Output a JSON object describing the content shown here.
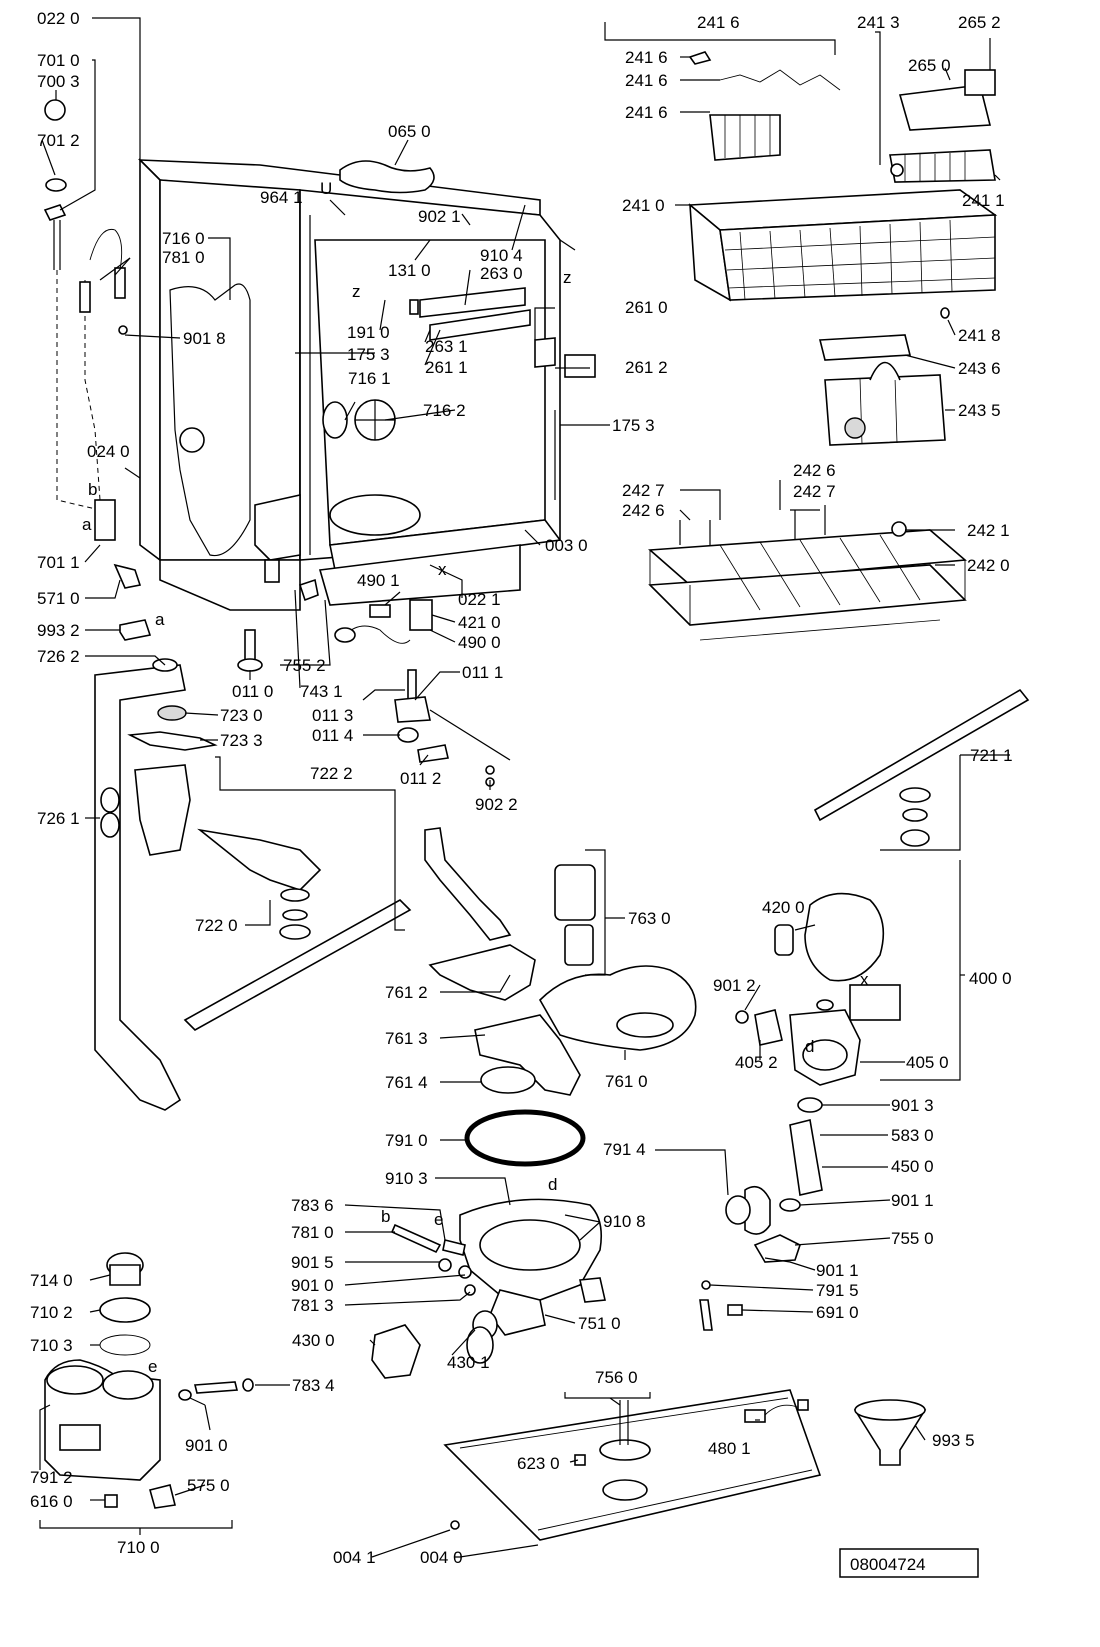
{
  "diagram": {
    "doc_number": "08004724",
    "labels": {
      "l0220": "022 0",
      "l7010": "701 0",
      "l7003": "700 3",
      "l7012": "701 2",
      "l0650": "065 0",
      "l9641": "964 1",
      "l9021": "902 1",
      "l9104": "910 4",
      "l1310": "131 0",
      "l2630": "263 0",
      "l7160": "716 0",
      "l7810a": "781 0",
      "l9018": "901 8",
      "l1910": "191 0",
      "l1753a": "175 3",
      "l2631": "263 1",
      "l2611": "261 1",
      "l2610": "261 0",
      "l2612": "261 2",
      "l7161": "716 1",
      "l7162": "716 2",
      "l1753b": "175 3",
      "l0240": "024 0",
      "l0030": "003 0",
      "l7011": "701 1",
      "l5710": "571 0",
      "l9932": "993 2",
      "l7262": "726 2",
      "l4901": "490 1",
      "l4210": "421 0",
      "l4900": "490 0",
      "l0221": "022 1",
      "l7552": "755 2",
      "l0110": "011 0",
      "l7431": "743 1",
      "l0111": "011 1",
      "l0113": "011 3",
      "l0114": "011 4",
      "l0112": "011 2",
      "l9022": "902 2",
      "l7230": "723 0",
      "l7233": "723 3",
      "l7222": "722 2",
      "l7261": "726 1",
      "l7220": "722 0",
      "l2416top": "241 6",
      "l2416a": "241 6",
      "l2416b": "241 6",
      "l2416c": "241 6",
      "l2413": "241 3",
      "l2652": "265 2",
      "l2650": "265 0",
      "l2410": "241 0",
      "l2411": "241 1",
      "l2418": "241 8",
      "l2436": "243 6",
      "l2435": "243 5",
      "l2427a": "242 7",
      "l2426a": "242 6",
      "l2427b": "242 7",
      "l2426b": "242 6",
      "l2421": "242 1",
      "l2420": "242 0",
      "l7211": "721 1",
      "l7630": "763 0",
      "l4200": "420 0",
      "l4000": "400 0",
      "l7612": "761 2",
      "l9012": "901 2",
      "l4052": "405 2",
      "l4050": "405 0",
      "l7613": "761 3",
      "l7610": "761 0",
      "l7614": "761 4",
      "l9013": "901 3",
      "l7910": "791 0",
      "l7914": "791 4",
      "l5830": "583 0",
      "l4500": "450 0",
      "l9103": "910 3",
      "l9108": "910 8",
      "l9011a": "901 1",
      "l7836": "783 6",
      "l7810b": "781 0",
      "l7550": "755 0",
      "l9015": "901 5",
      "l9011b": "901 1",
      "l9010a": "901 0",
      "l7915": "791 5",
      "l7813": "781 3",
      "l7510": "751 0",
      "l6910": "691 0",
      "l7140": "714 0",
      "l7102": "710 2",
      "l7103": "710 3",
      "l4300": "430 0",
      "l4301": "430 1",
      "l7834": "783 4",
      "l7560": "756 0",
      "l9010b": "901 0",
      "l4801": "480 1",
      "l9935": "993 5",
      "l7912": "791 2",
      "l6230": "623 0",
      "l5750": "575 0",
      "l6160": "616 0",
      "l7100": "710 0",
      "l0041": "004 1",
      "l0040": "004 0"
    },
    "letters": {
      "a1": "a",
      "a2": "a",
      "b1": "b",
      "b2": "b",
      "d1": "d",
      "d2": "d",
      "e1": "e",
      "e2": "e",
      "x1": "x",
      "x2": "x",
      "z1": "z",
      "z2": "z",
      "u1": "U"
    }
  }
}
